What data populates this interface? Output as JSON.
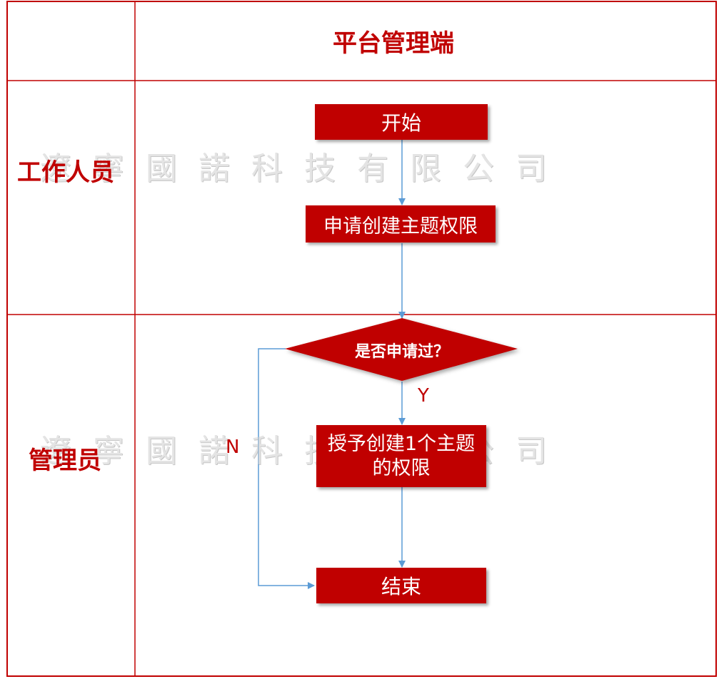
{
  "header": {
    "title": "平台管理端"
  },
  "lanes": [
    {
      "label": "工作人员"
    },
    {
      "label": "管理员"
    }
  ],
  "nodes": {
    "start": "开始",
    "apply": "申请创建主题权限",
    "decision": "是否申请过？",
    "grant": "授予创建1个主题的权限",
    "end": "结束"
  },
  "edge_labels": {
    "yes": "Y",
    "no": "N"
  },
  "watermark": "遼寧國諾科技有限公司",
  "colors": {
    "accent": "#c00000",
    "border": "#c00000",
    "arrow": "#5b9bd5"
  }
}
